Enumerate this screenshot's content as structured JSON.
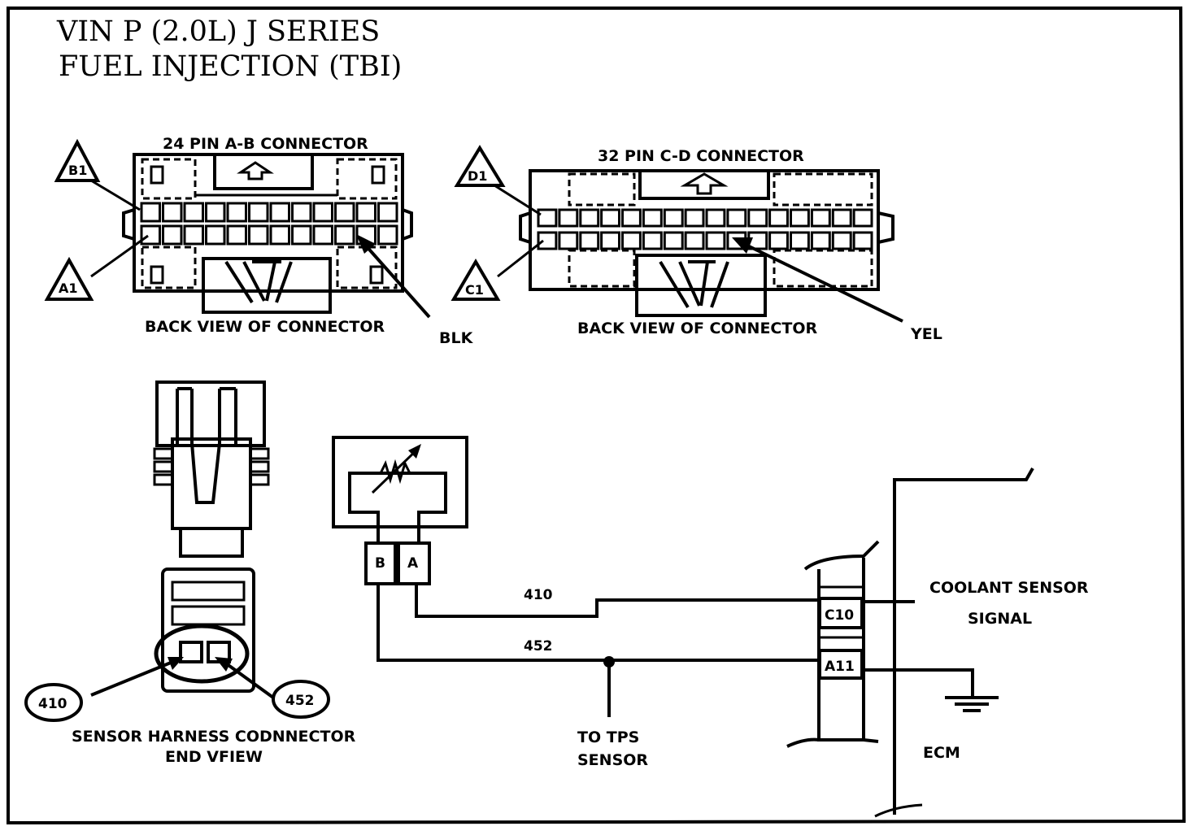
{
  "title": {
    "line1": "VIN P (2.0L) J SERIES",
    "line2": "FUEL INJECTION (TBI)"
  },
  "connector_ab": {
    "name": "24 PIN A-B CONNECTOR",
    "caption": "BACK VIEW OF CONNECTOR",
    "pin_top_label": "B1",
    "pin_bottom_label": "A1",
    "wire_color": "BLK"
  },
  "connector_cd": {
    "name": "32 PIN C-D CONNECTOR",
    "caption": "BACK VIEW OF CONNECTOR",
    "pin_top_label": "D1",
    "pin_bottom_label": "C1",
    "wire_color": "YEL"
  },
  "harness": {
    "caption_line1": "SENSOR HARNESS CODNNECTOR",
    "caption_line2": "END VFIEW",
    "left_circuit": "410",
    "right_circuit": "452"
  },
  "sensor": {
    "terminal_b": "B",
    "terminal_a": "A"
  },
  "wires": {
    "upper": "410",
    "lower": "452"
  },
  "tps": {
    "line1": "TO TPS",
    "line2": "SENSOR"
  },
  "ecm": {
    "pin_c10": "C10",
    "pin_a11": "A11",
    "signal_line1": "COOLANT SENSOR",
    "signal_line2": "SIGNAL",
    "label": "ECM"
  }
}
